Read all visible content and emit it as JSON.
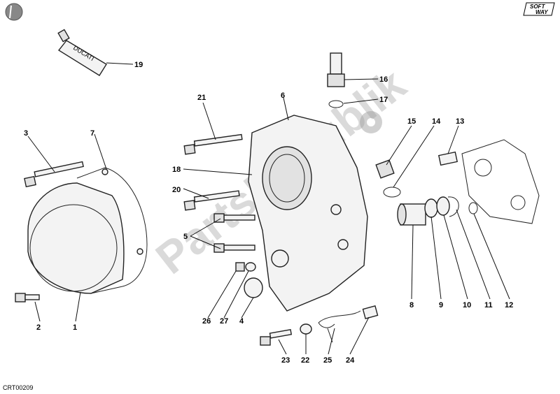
{
  "document_code": "CRT00209",
  "watermark": "PartsRepublik",
  "logo": {
    "line1": "SOFT",
    "line2": "WAY"
  },
  "tube_label": "DUCATI",
  "callouts": {
    "c1": "1",
    "c2": "2",
    "c3": "3",
    "c4": "4",
    "c5": "5",
    "c6": "6",
    "c7": "7",
    "c8": "8",
    "c9": "9",
    "c10": "10",
    "c11": "11",
    "c12": "12",
    "c13": "13",
    "c14": "14",
    "c15": "15",
    "c16": "16",
    "c17": "17",
    "c18": "18",
    "c19": "19",
    "c20": "20",
    "c21": "21",
    "c22": "22",
    "c23": "23",
    "c24": "24",
    "c25": "25",
    "c26": "26",
    "c27": "27"
  }
}
